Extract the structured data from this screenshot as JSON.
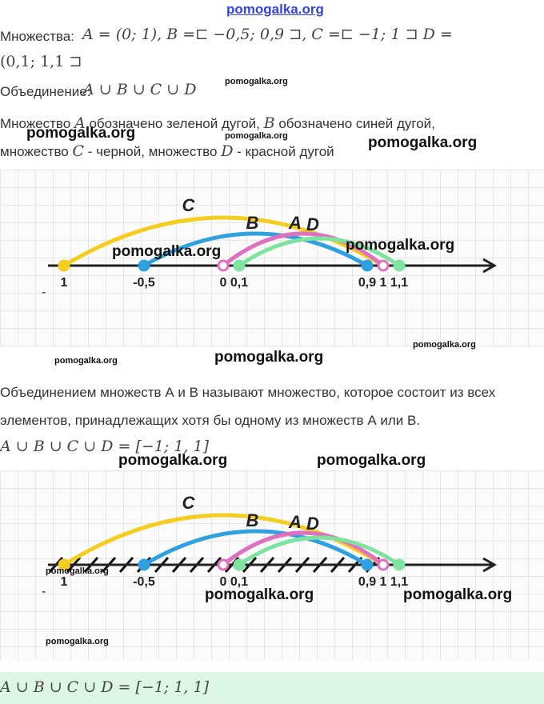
{
  "site": {
    "header_watermark": "pomogalka.org",
    "watermark": "pomogalka.org"
  },
  "line1": {
    "label": "Множества:",
    "formula": "A = (0;  1),  B =⊏ −0,5;  0,9 ⊐,  C =⊏ −1;  1 ⊐   D =",
    "formula_cont": "(0,1;  1,1 ⊐"
  },
  "line2": {
    "label": "Объединение:",
    "formula": "A ∪ B ∪ C ∪ D"
  },
  "line3": {
    "p1": "Множество",
    "a": "A",
    "p2": "обозначено зеленой дугой,",
    "b": "B",
    "p3": "обозначено синей дугой,",
    "p4": "множество",
    "c": "C",
    "p5": "- черной, множество",
    "d": "D",
    "p6": "- красной дугой"
  },
  "definition": {
    "line1": "Объединением множеств А и В называют множество, которое состоит из всех",
    "line2": "элементов, принадлежащих хотя бы одному из множеств А или В."
  },
  "result": {
    "formula": "A ∪ B ∪ C ∪ D = [−1;  1, 1]"
  },
  "answer": {
    "formula": "A ∪ B ∪ C ∪ D = [−1;  1, 1]"
  },
  "number_line": {
    "points": [
      {
        "label": "1",
        "value": -1,
        "color": "#f5cd1f"
      },
      {
        "label": "-0,5",
        "value": -0.5,
        "color": "#2fa0e0"
      },
      {
        "label": "0",
        "value": 0,
        "color": "#e070c0"
      },
      {
        "label": "0,1",
        "value": 0.1,
        "color": "#7fe3a0"
      },
      {
        "label": "0,9",
        "value": 0.9,
        "color": "#2fa0e0"
      },
      {
        "label": "1",
        "value": 1,
        "color": "#e070c0"
      },
      {
        "label": "1,1",
        "value": 1.1,
        "color": "#7fe3a0"
      }
    ],
    "minus_mark": "-",
    "arcs": [
      {
        "name": "C",
        "from": -1,
        "to": 1,
        "color": "#f5cd1f"
      },
      {
        "name": "B",
        "from": -0.5,
        "to": 0.9,
        "color": "#2fa0e0"
      },
      {
        "name": "A",
        "from": 0,
        "to": 1,
        "color": "#e070c0"
      },
      {
        "name": "D",
        "from": 0.1,
        "to": 1.1,
        "color": "#7fe3a0"
      }
    ]
  }
}
